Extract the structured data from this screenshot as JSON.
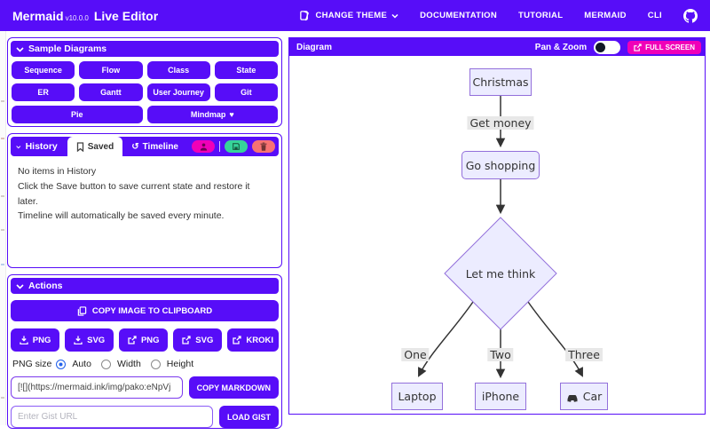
{
  "colors": {
    "primary": "#570df8",
    "secondary": "#f000b8",
    "success": "#36d399",
    "error": "#f87272",
    "node_fill": "#ececff",
    "node_border": "#9370db",
    "edge_label_bg": "#e8e8e8"
  },
  "icons": {
    "heart": "♥",
    "history_arrow": "↺"
  },
  "header": {
    "brand": {
      "name": "Mermaid",
      "version": "v10.0.0",
      "suffix": "Live Editor"
    },
    "nav": [
      {
        "label": "CHANGE THEME",
        "icon": "theme-icon",
        "has_caret": true
      },
      {
        "label": "DOCUMENTATION"
      },
      {
        "label": "TUTORIAL"
      },
      {
        "label": "MERMAID"
      },
      {
        "label": "CLI"
      }
    ],
    "github": "github-icon"
  },
  "sample_diagrams": {
    "title": "Sample Diagrams",
    "buttons": [
      "Sequence",
      "Flow",
      "Class",
      "State",
      "ER",
      "Gantt",
      "User Journey",
      "Git",
      "Pie",
      "Mindmap"
    ]
  },
  "history": {
    "title": "History",
    "tabs": [
      {
        "label": "Saved",
        "icon": "bookmark-icon",
        "active": true
      },
      {
        "label": "Timeline",
        "icon": "history-icon",
        "active": false
      }
    ],
    "buttons": [
      {
        "icon": "user-upload-icon",
        "color": "#f000b8"
      },
      {
        "icon": "save-icon",
        "color": "#36d399"
      },
      {
        "icon": "trash-icon",
        "color": "#f87272"
      }
    ],
    "empty_lines": [
      "No items in History",
      "Click the Save button to save current state and restore it later.",
      "Timeline will automatically be saved every minute."
    ]
  },
  "actions": {
    "title": "Actions",
    "copy_image_label": "COPY IMAGE TO CLIPBOARD",
    "export_buttons": [
      {
        "label": "PNG",
        "icon": "download-icon"
      },
      {
        "label": "SVG",
        "icon": "download-icon"
      },
      {
        "label": "PNG",
        "icon": "external-link-icon"
      },
      {
        "label": "SVG",
        "icon": "external-link-icon"
      },
      {
        "label": "KROKI",
        "icon": "external-link-icon"
      }
    ],
    "png_size": {
      "label": "PNG size",
      "options": [
        {
          "label": "Auto",
          "selected": true
        },
        {
          "label": "Width",
          "selected": false
        },
        {
          "label": "Height",
          "selected": false
        }
      ]
    },
    "markdown": {
      "value": "[![](https://mermaid.ink/img/pako:eNpVj",
      "button": "COPY MARKDOWN"
    },
    "gist": {
      "placeholder": "Enter Gist URL",
      "button": "LOAD GIST"
    }
  },
  "diagram": {
    "title": "Diagram",
    "pan_zoom": {
      "label": "Pan & Zoom",
      "enabled": false
    },
    "fullscreen_label": "FULL SCREEN",
    "flowchart": {
      "type": "flowchart",
      "nodes": [
        {
          "id": "A",
          "label": "Christmas",
          "shape": "rect"
        },
        {
          "id": "B",
          "label": "Go shopping",
          "shape": "round"
        },
        {
          "id": "C",
          "label": "Let me think",
          "shape": "diamond"
        },
        {
          "id": "D",
          "label": "Laptop",
          "shape": "rect"
        },
        {
          "id": "E",
          "label": "iPhone",
          "shape": "rect"
        },
        {
          "id": "F",
          "label": "Car",
          "shape": "rect",
          "icon": "car-icon"
        }
      ],
      "edges": [
        {
          "from": "A",
          "to": "B",
          "label": "Get money"
        },
        {
          "from": "B",
          "to": "C",
          "label": ""
        },
        {
          "from": "C",
          "to": "D",
          "label": "One"
        },
        {
          "from": "C",
          "to": "E",
          "label": "Two"
        },
        {
          "from": "C",
          "to": "F",
          "label": "Three"
        }
      ]
    }
  }
}
